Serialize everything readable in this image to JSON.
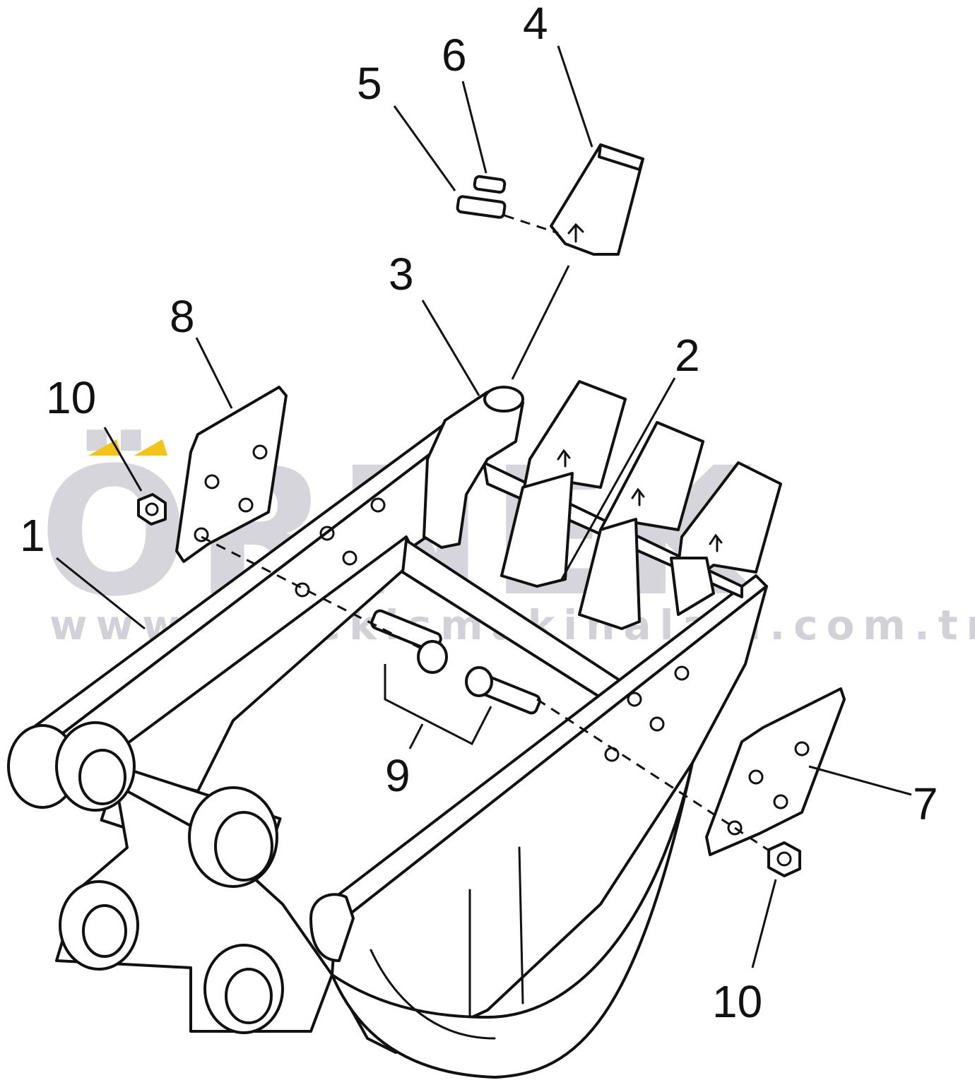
{
  "diagram": {
    "type": "exploded-parts-view",
    "callouts": {
      "c1": "1",
      "c2": "2",
      "c3": "3",
      "c4": "4",
      "c5": "5",
      "c6": "6",
      "c7": "7",
      "c8": "8",
      "c9": "9",
      "c10a": "10",
      "c10b": "10"
    }
  },
  "watermark": {
    "brand": "ÖRNEK",
    "url": "www.ornekismakinalari.com.tr",
    "accent_color": "#f2c418",
    "text_color": "#c6c6ce"
  }
}
